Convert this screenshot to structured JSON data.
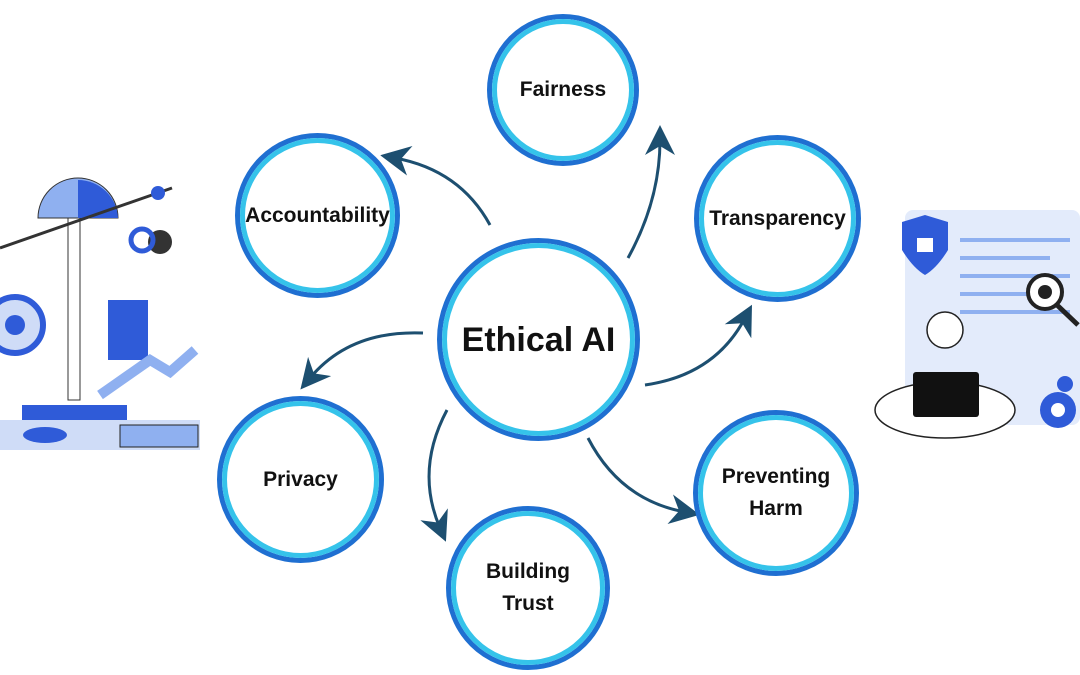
{
  "center": {
    "label": "Ethical AI"
  },
  "nodes": [
    {
      "id": "fairness",
      "label": "Fairness"
    },
    {
      "id": "accountability",
      "label": "Accountability"
    },
    {
      "id": "transparency",
      "label": "Transparency"
    },
    {
      "id": "privacy",
      "label": "Privacy"
    },
    {
      "id": "building-trust",
      "label": "Building\nTrust"
    },
    {
      "id": "preventing-harm",
      "label": "Preventing\nHarm"
    }
  ],
  "colors": {
    "ring_outer": "#1f6fd1",
    "ring_inner": "#35c3ea",
    "arrow": "#1d4f70",
    "illustration_blue": "#2f5bd8",
    "illustration_light": "#cfdcf7"
  },
  "illustrations": [
    {
      "id": "left",
      "icon": "scales-target-person-illustration"
    },
    {
      "id": "right",
      "icon": "security-lock-laptop-person-illustration"
    }
  ]
}
